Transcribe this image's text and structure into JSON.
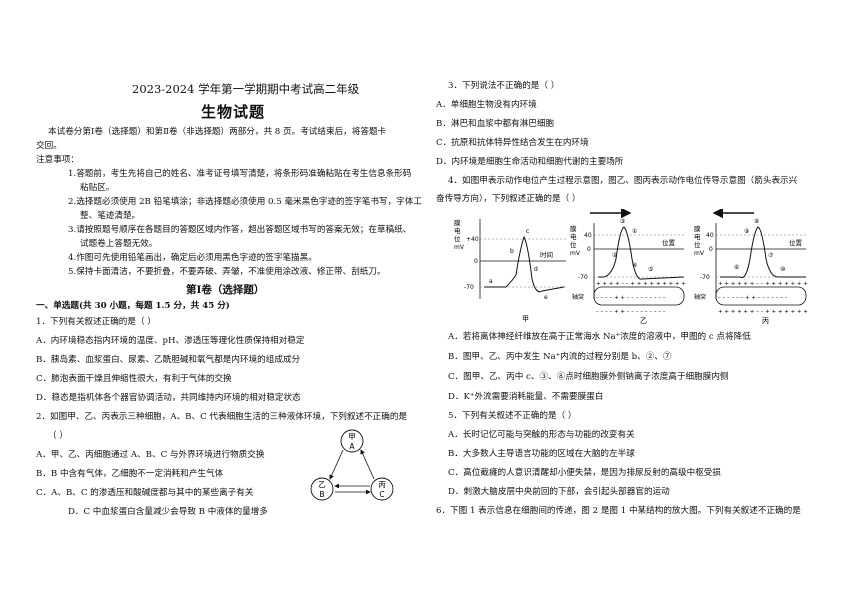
{
  "header": {
    "title_line": "2023-2024 学年第一学期期中考试高二年级",
    "subject": "生物试题"
  },
  "intro": {
    "line1": "本试卷分第Ⅰ卷（选择题）和第Ⅱ卷（非选择题）两部分，共 8 页。考试结束后，将答题卡",
    "line2": "交回。",
    "notes_title": "注意事项：",
    "notes": [
      "1.答题前，考生先将自己的姓名、准考证号填写清楚，将条形码准确粘贴在考生信息条形码",
      "粘贴区。",
      "2.选择题必须使用 2B 铅笔填涂；非选择题必须使用 0.5 毫米黑色字迹的签字笔书写，字体工",
      "整、笔迹清楚。",
      "3.请按照题号顺序在各题目的答题区域内作答，超出答题区域书写的答案无效；在草稿纸、",
      "试题卷上答题无效。",
      "4.作图可先使用铅笔画出，确定后必须用黑色字迹的签字笔描黑。",
      "5.保持卡面清洁，不要折叠，不要弄破、弄皱，不准使用涂改液、修正带、刮纸刀。"
    ]
  },
  "part1_title": "第Ⅰ卷（选择题）",
  "section1": "一、单选题(共 30 小题，每题 1.5 分，共 45 分)",
  "q1": {
    "stem": "1．下列有关叙述正确的是（      ）",
    "a": "A．内环境稳态指内环境的温度、pH、渗透压等理化性质保持相对稳定",
    "b": "B．胰岛素、血浆蛋白、尿素、乙酰胆碱和氧气都是内环境的组成成分",
    "c": "C．肺泡表面干燥且伸缩性很大，有利于气体的交换",
    "d": "D．稳态是指机体各个器官协调活动，共同维持内环境的相对稳定状态"
  },
  "q2": {
    "stem": "2．如图甲、乙、丙表示三种细胞，A、B、C 代表细胞生活的三种液体环境，下列叙述不正确的是",
    "paren": "（      ）",
    "a": "A．甲、乙、丙细胞通过 A、B、C 与外界环境进行物质交换",
    "b": "B．B 中含有气体，乙细胞不一定消耗和产生气体",
    "c": "C．A、B、C 的渗透压和酸碱度都与其中的某些离子有关",
    "d": "D．C 中血浆蛋白含量减少会导致 B 中液体的量增多",
    "diagram": {
      "top": "甲",
      "top_sub": "A",
      "left": "乙",
      "left_sub": "B",
      "right": "丙",
      "right_sub": "C"
    }
  },
  "q3": {
    "stem": "3．下列说法不正确的是（      ）",
    "a": "A．单细胞生物没有内环境",
    "b": "B．淋巴和血浆中都有淋巴细胞",
    "c": "C．抗原和抗体特异性结合发生在内环境",
    "d": "D．内环境是细胞生命活动和细胞代谢的主要场所"
  },
  "q4": {
    "stem1": "4．如图甲表示动作电位产生过程示意图，图乙、图丙表示动作电位传导示意图（箭头表示兴",
    "stem2": "奋传导方向），下列叙述正确的是（      ）",
    "a": "A．若将离体神经纤维放在高于正常海水 Na⁺浓度的溶液中，甲图的 c 点将降低",
    "b": "B．图甲、乙、丙中发生 Na⁺内流的过程分别是 b、②、⑦",
    "c": "C．图甲、乙、丙中 c、③、⑧点时细胞膜外侧钠离子浓度高于细胞膜内侧",
    "d": "D．K⁺外流需要消耗能量、不需要膜蛋白",
    "figure": {
      "jia": {
        "y1": "膜",
        "y2": "电",
        "y3": "位",
        "y4": "mV",
        "t40": "+40",
        "t0": "0",
        "tm70": "-70",
        "time": "时间",
        "a": "a",
        "b": "b",
        "c": "c",
        "d": "d",
        "e": "e",
        "caption": "甲"
      },
      "yi": {
        "y1": "膜",
        "y2": "电",
        "y3": "位",
        "y4": "mV",
        "t40": "40",
        "t0": "0",
        "tm70": "-70",
        "pos": "位置",
        "axon": "轴突",
        "n1": "①",
        "n2": "②",
        "n3": "③",
        "n4": "④",
        "n5": "⑤",
        "caption": "乙"
      },
      "bing": {
        "y1": "膜",
        "y2": "电",
        "y3": "位",
        "y4": "mV",
        "t40": "40",
        "t0": "0",
        "tm70": "-70",
        "pos": "位置",
        "axon": "轴突",
        "n6": "⑥",
        "n7": "⑦",
        "n8": "⑧",
        "n9": "⑨",
        "n10": "⑩",
        "caption": "丙"
      }
    }
  },
  "q5": {
    "stem": "5．下列有关叙述不正确的是（      ）",
    "a": "A．长时记忆可能与突触的形态与功能的改变有关",
    "b": "B．大多数人主导语言功能的区域在大脑的左半球",
    "c": "C．高位截瘫的人意识清醒却小便失禁，是因为排尿反射的高级中枢受损",
    "d": "D．刺激大脑皮层中央前回的下部，会引起头部器官的运动"
  },
  "q6": {
    "stem": "6．下图 1 表示信息在细胞间的传递，图 2 是图 1 中某结构的放大图。下列有关叙述不正确的是"
  }
}
